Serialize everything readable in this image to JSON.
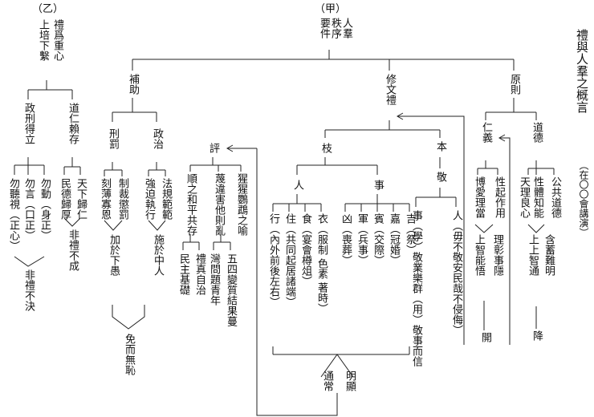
{
  "title": "禮與人羣之概言",
  "subtitle": "（在〇〇會講演）",
  "section_a": {
    "mark": "（甲）",
    "root_lines": [
      "人羣",
      "秩序",
      "要件"
    ],
    "principle": {
      "label": "原則",
      "ren": {
        "label": "仁義",
        "col_a": "性起作用",
        "col_b": "博愛理當",
        "note_a": "理彰事隱",
        "note_b": "上智能悟",
        "result": "開"
      },
      "daode": {
        "label": "道德",
        "col_a": "公共道德",
        "col_b": "性體知能",
        "col_c": "天理良心",
        "note_a": "含蓄難明",
        "note_b": "上上智通",
        "result": "降"
      }
    },
    "xiuwenli": {
      "label": "修文禮",
      "ben": {
        "label": "本",
        "jing": "敬",
        "col_a": "人（毋不敬安民哉不侵侮）",
        "col_b": "事（學）敬業樂群（用）敬事而信"
      },
      "zhi": {
        "label": "枝",
        "ren": {
          "label": "人",
          "items": [
            "衣（服制 色素 著時）",
            "食（宴會樽俎）",
            "住（共同起居諸端）",
            "行（內外前後左右）"
          ]
        },
        "shi": {
          "label": "事",
          "items": [
            "吉（祭）",
            "嘉（冠婚）",
            "賓（交際）",
            "軍（兵事）",
            "凶（喪葬）"
          ]
        },
        "note_a": "明顯",
        "note_b": "通常"
      }
    },
    "buzhu": {
      "label": "補助",
      "zhengzhi": {
        "label": "政治",
        "col_a": "法規範範",
        "col_b": "強迫執行",
        "result": "施於中人"
      },
      "xingfa": {
        "label": "刑罰",
        "col_a": "制裁懲罰",
        "col_b": "刻薄寡恩",
        "result": "加於下愚"
      },
      "final": "免而無恥"
    },
    "ping": {
      "label": "評",
      "col_a": "猩猩鸚鵡之喻",
      "col_b": "蔑違害他則亂",
      "col_c": "順之和平共存",
      "col_b_sub_a": "五四變質結果蔓",
      "col_b_sub_b": "灣問題青年",
      "col_c_sub_a": "禮真自治",
      "col_c_sub_b": "民主基礎"
    }
  },
  "section_b": {
    "mark": "（乙）",
    "root_lines": [
      "禮爲重心",
      "上培下繫"
    ],
    "daoren": {
      "label": "道仁賴存",
      "col_a": "天下歸仁",
      "col_b": "民德歸厚",
      "result": "非禮不成"
    },
    "zhengxing": {
      "label": "政刑得立",
      "items": [
        "勿動（身正）",
        "勿言（口正）",
        "勿聽視（正心）"
      ],
      "result": "非禮不決"
    }
  }
}
